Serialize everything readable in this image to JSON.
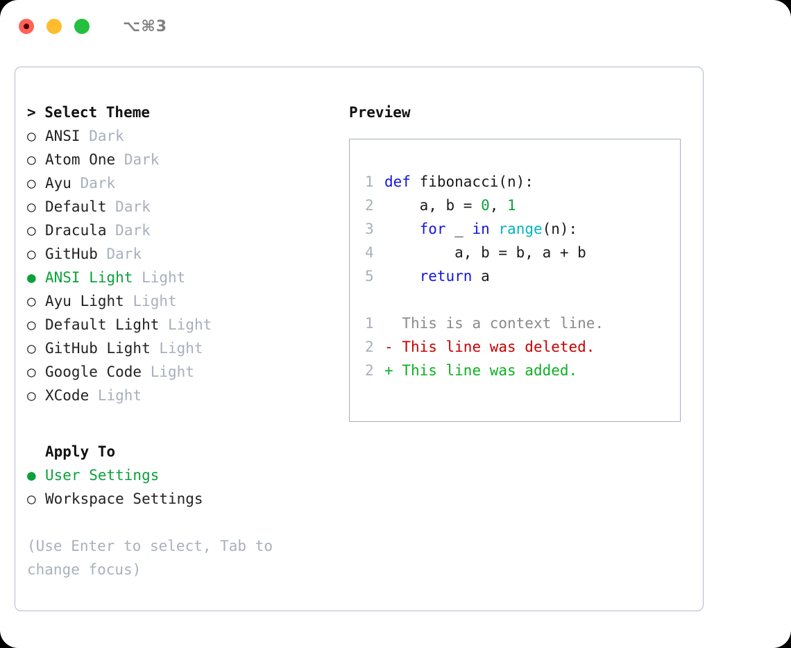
{
  "titlebar": {
    "shortcut": "⌥⌘3",
    "buttons": [
      {
        "name": "close",
        "color": "#ff6159"
      },
      {
        "name": "minimize",
        "color": "#ffbd2e"
      },
      {
        "name": "maximize",
        "color": "#22c03c"
      }
    ]
  },
  "theme_list": {
    "header": "> Select Theme",
    "items": [
      {
        "bullet": "○",
        "label": "ANSI",
        "variant": "Dark",
        "selected": false
      },
      {
        "bullet": "○",
        "label": "Atom One",
        "variant": "Dark",
        "selected": false
      },
      {
        "bullet": "○",
        "label": "Ayu",
        "variant": "Dark",
        "selected": false
      },
      {
        "bullet": "○",
        "label": "Default",
        "variant": "Dark",
        "selected": false
      },
      {
        "bullet": "○",
        "label": "Dracula",
        "variant": "Dark",
        "selected": false
      },
      {
        "bullet": "○",
        "label": "GitHub",
        "variant": "Dark",
        "selected": false
      },
      {
        "bullet": "●",
        "label": "ANSI Light",
        "variant": "Light",
        "selected": true
      },
      {
        "bullet": "○",
        "label": "Ayu Light",
        "variant": "Light",
        "selected": false
      },
      {
        "bullet": "○",
        "label": "Default Light",
        "variant": "Light",
        "selected": false
      },
      {
        "bullet": "○",
        "label": "GitHub Light",
        "variant": "Light",
        "selected": false
      },
      {
        "bullet": "○",
        "label": "Google Code",
        "variant": "Light",
        "selected": false
      },
      {
        "bullet": "○",
        "label": "XCode",
        "variant": "Light",
        "selected": false
      }
    ]
  },
  "apply_to": {
    "header": "Apply To",
    "items": [
      {
        "bullet": "●",
        "label": "User Settings",
        "selected": true
      },
      {
        "bullet": "○",
        "label": "Workspace Settings",
        "selected": false
      }
    ]
  },
  "hint": "(Use Enter to select, Tab to change focus)",
  "preview": {
    "title": "Preview",
    "code_lines": [
      {
        "n": "1",
        "tokens": [
          {
            "t": "def ",
            "c": "kw"
          },
          {
            "t": "fibonacci(n):",
            "c": "plain"
          }
        ]
      },
      {
        "n": "2",
        "tokens": [
          {
            "t": "    a, b = ",
            "c": "plain"
          },
          {
            "t": "0",
            "c": "num"
          },
          {
            "t": ", ",
            "c": "plain"
          },
          {
            "t": "1",
            "c": "num"
          }
        ]
      },
      {
        "n": "3",
        "tokens": [
          {
            "t": "    ",
            "c": "plain"
          },
          {
            "t": "for",
            "c": "kw"
          },
          {
            "t": " _ ",
            "c": "plain"
          },
          {
            "t": "in",
            "c": "kw"
          },
          {
            "t": " ",
            "c": "plain"
          },
          {
            "t": "range",
            "c": "fn"
          },
          {
            "t": "(n):",
            "c": "plain"
          }
        ]
      },
      {
        "n": "4",
        "tokens": [
          {
            "t": "        a, b = b, a + b",
            "c": "plain"
          }
        ]
      },
      {
        "n": "5",
        "tokens": [
          {
            "t": "    ",
            "c": "plain"
          },
          {
            "t": "return",
            "c": "kw"
          },
          {
            "t": " a",
            "c": "plain"
          }
        ]
      }
    ],
    "diff_lines": [
      {
        "n": "1",
        "marker": "  ",
        "text": "This is a context line.",
        "kind": "diff-ctx"
      },
      {
        "n": "2",
        "marker": "- ",
        "text": "This line was deleted.",
        "kind": "diff-del"
      },
      {
        "n": "2",
        "marker": "+ ",
        "text": "This line was added.",
        "kind": "diff-add"
      }
    ]
  },
  "colors": {
    "accent_green": "#0ba13a",
    "dim": "#a8b0bd",
    "keyword": "#1414e0",
    "function": "#00b5bd",
    "number": "#0ba13a",
    "diff_delete": "#c80000",
    "diff_add": "#0bb021",
    "panel_border": "#b2bac6"
  }
}
